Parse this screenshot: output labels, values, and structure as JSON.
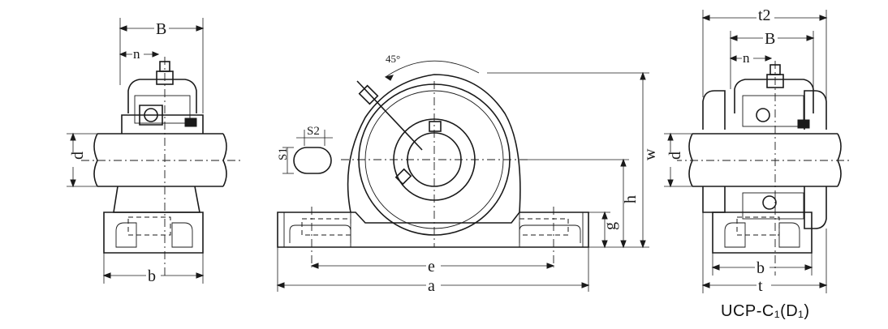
{
  "labels": {
    "left": {
      "B": "B",
      "n": "n",
      "d": "d",
      "b": "b"
    },
    "center": {
      "angle": "45°",
      "S2": "S2",
      "S1": "S1",
      "w": "w",
      "h": "h",
      "g": "g",
      "e": "e",
      "a": "a"
    },
    "right": {
      "t2": "t2",
      "B": "B",
      "n": "n",
      "d": "d",
      "b": "b",
      "t": "t"
    }
  },
  "caption": "UCP-C₁(D₁)"
}
